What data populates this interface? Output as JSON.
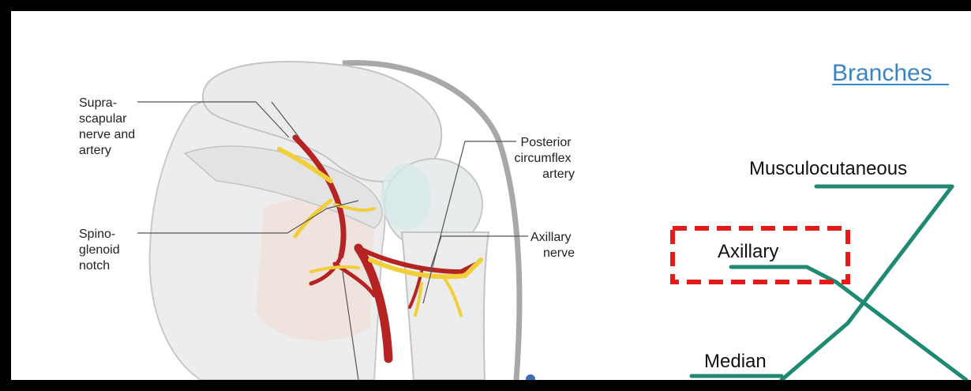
{
  "anatomy": {
    "labels": {
      "suprascapular": [
        "Supra-",
        "scapular",
        "nerve and",
        "artery"
      ],
      "spinoglenoid": [
        "Spino-",
        "glenoid",
        "notch"
      ],
      "posterior_circumflex": [
        "Posterior",
        "circumflex",
        "artery"
      ],
      "axillary_nerve": [
        "Axillary",
        "nerve"
      ]
    }
  },
  "branches": {
    "title": "Branches",
    "items": {
      "musculocutaneous": "Musculocutaneous",
      "axillary": "Axillary",
      "median": "Median"
    }
  },
  "colors": {
    "frame": "#000000",
    "branch_lines": "#1f8a74",
    "highlight_box": "#e31b1b",
    "title": "#3b83c4",
    "artery": "#b52323",
    "nerve": "#f0cf3a",
    "bone": "#ececec"
  }
}
